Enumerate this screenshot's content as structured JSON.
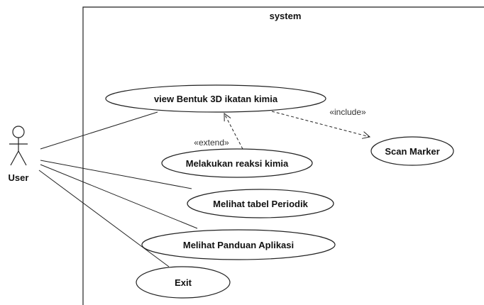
{
  "system": {
    "label": "system"
  },
  "actor": {
    "label": "User"
  },
  "use_cases": [
    {
      "id": "view3d",
      "label": "view Bentuk 3D ikatan kimia"
    },
    {
      "id": "scan",
      "label": "Scan Marker"
    },
    {
      "id": "reaksi",
      "label": "Melakukan reaksi kimia"
    },
    {
      "id": "tabel",
      "label": "Melihat tabel Periodik"
    },
    {
      "id": "panduan",
      "label": "Melihat Panduan Aplikasi"
    },
    {
      "id": "exit",
      "label": "Exit"
    }
  ],
  "relations": {
    "include": {
      "label": "«include»"
    },
    "extend": {
      "label": "«extend»"
    }
  }
}
